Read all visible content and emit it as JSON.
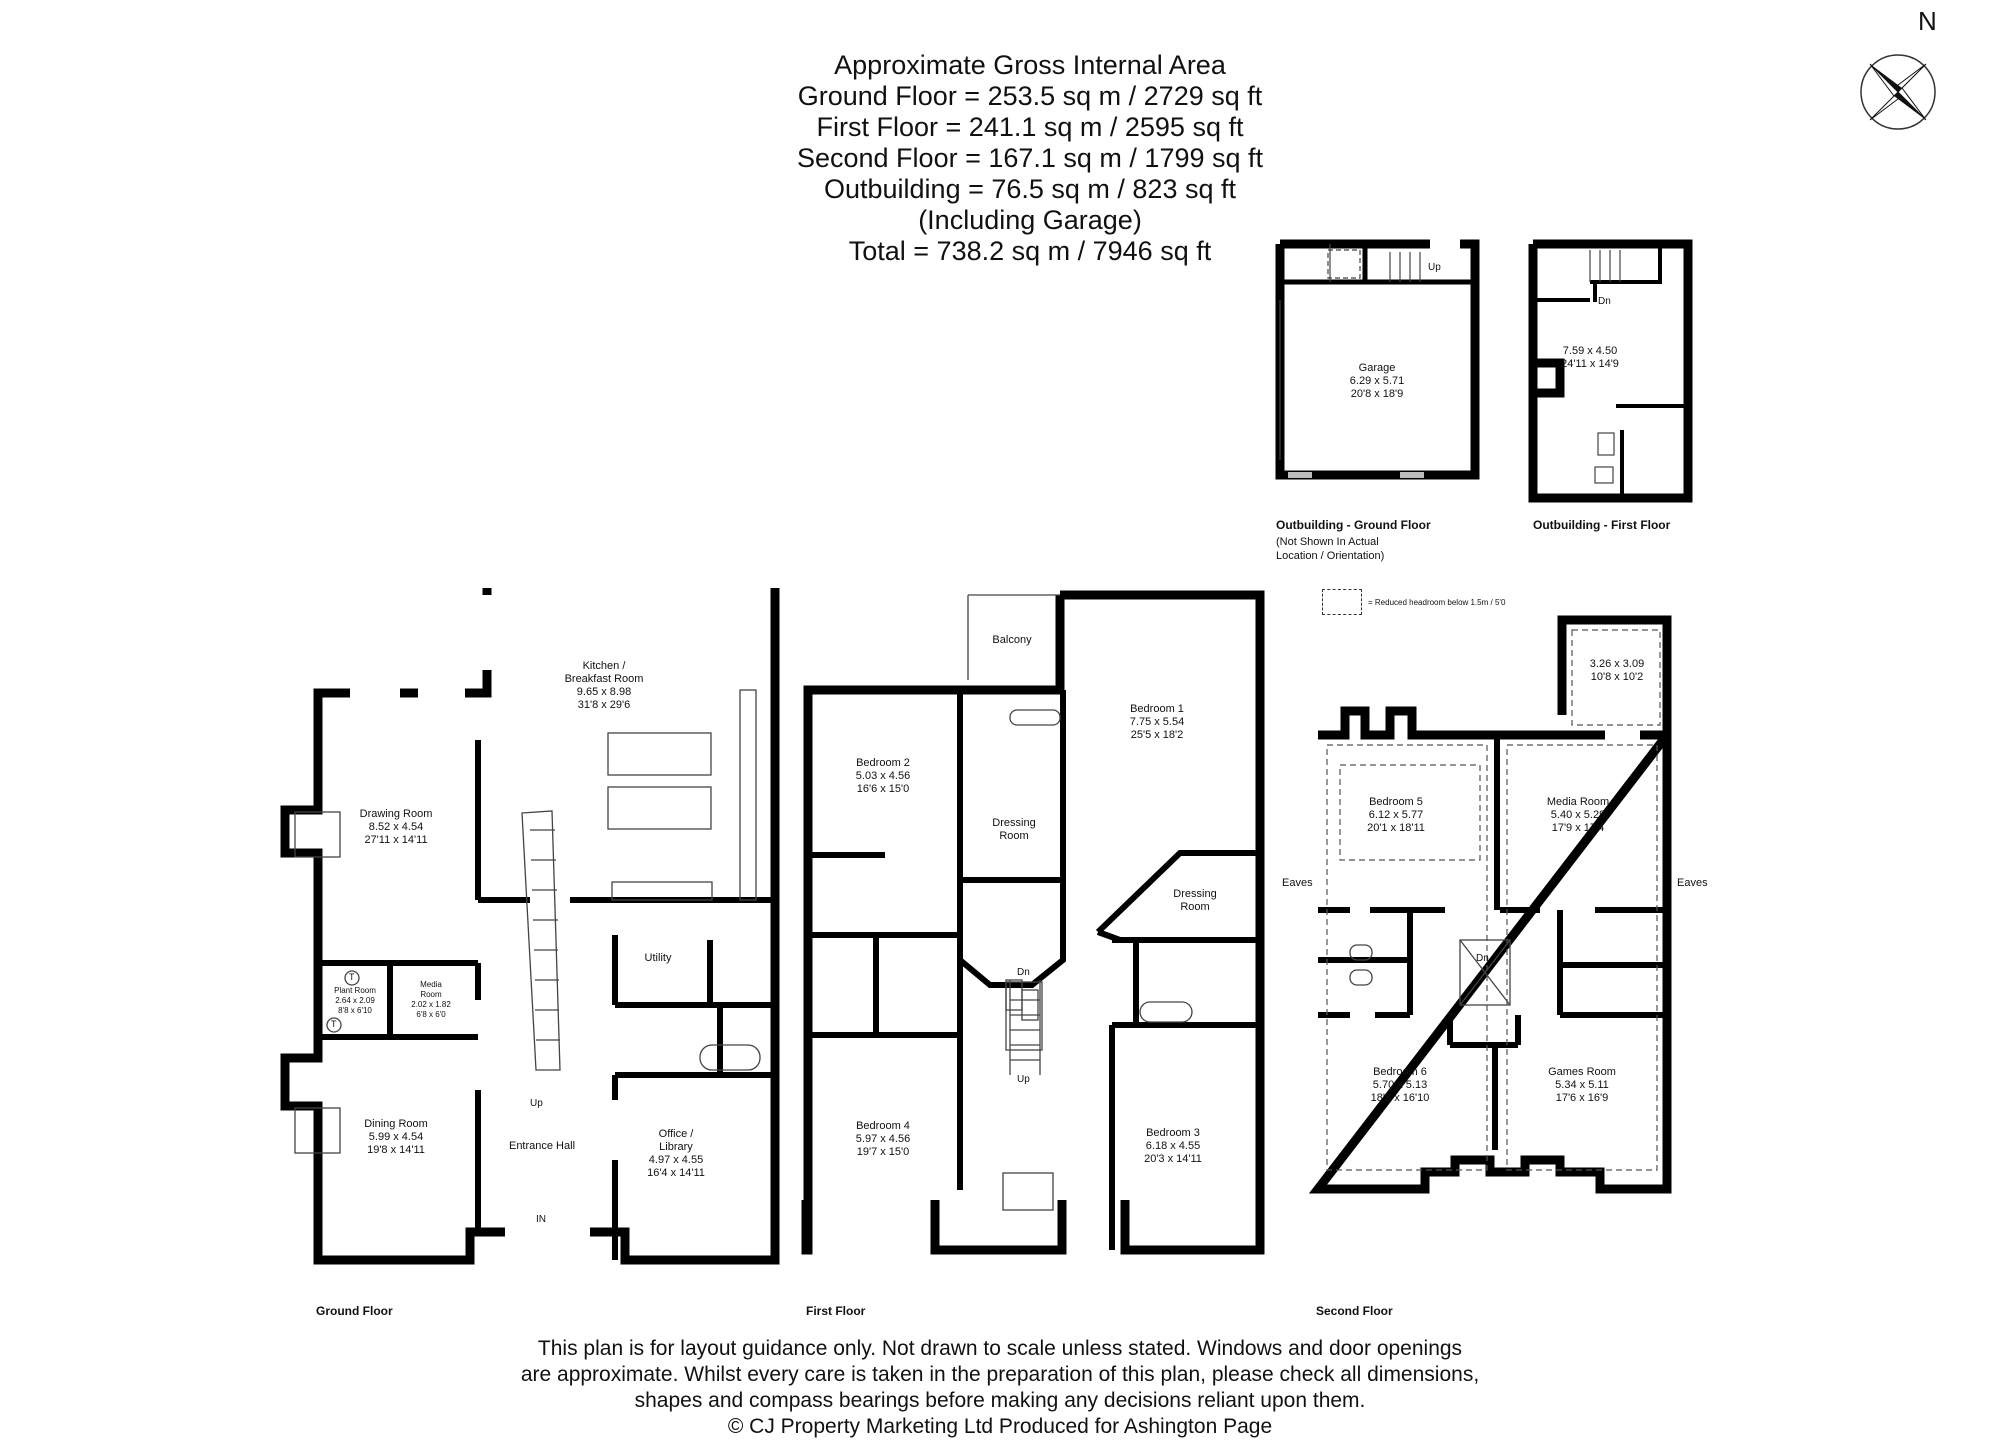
{
  "summary": {
    "title": "Approximate Gross Internal Area",
    "lines": [
      "Ground Floor = 253.5 sq m / 2729 sq ft",
      "First Floor = 241.1 sq m / 2595 sq ft",
      "Second Floor = 167.1 sq m / 1799 sq ft",
      "Outbuilding = 76.5 sq m / 823 sq ft",
      "(Including Garage)",
      "Total = 738.2 sq m / 7946 sq ft"
    ]
  },
  "compass": {
    "icon": "compass-rose-icon",
    "label": "N"
  },
  "legend": {
    "text": "= Reduced headroom below 1.5m / 5'0"
  },
  "floors": {
    "ground": {
      "label": "Ground Floor",
      "rooms": [
        {
          "name": "Kitchen /",
          "name2": "Breakfast Room",
          "metric": "9.65 x 8.98",
          "imperial": "31'8 x 29'6"
        },
        {
          "name": "Drawing Room",
          "metric": "8.52 x 4.54",
          "imperial": "27'11 x 14'11"
        },
        {
          "name": "Plant Room",
          "metric": "2.64 x 2.09",
          "imperial": "8'8 x 6'10"
        },
        {
          "name": "Media",
          "name2": "Room",
          "metric": "2.02 x 1.82",
          "imperial": "6'8 x 6'0"
        },
        {
          "name": "Dining Room",
          "metric": "5.99 x 4.54",
          "imperial": "19'8 x 14'11"
        },
        {
          "name": "Entrance Hall"
        },
        {
          "name": "Utility"
        },
        {
          "name": "Office /",
          "name2": "Library",
          "metric": "4.97 x 4.55",
          "imperial": "16'4 x 14'11"
        }
      ],
      "markers": {
        "up": "Up",
        "in": "IN",
        "tank": "T"
      }
    },
    "first": {
      "label": "First Floor",
      "rooms": [
        {
          "name": "Balcony"
        },
        {
          "name": "Bedroom 1",
          "metric": "7.75 x 5.54",
          "imperial": "25'5 x 18'2"
        },
        {
          "name": "Bedroom 2",
          "metric": "5.03 x 4.56",
          "imperial": "16'6 x 15'0"
        },
        {
          "name": "Dressing",
          "name2": "Room"
        },
        {
          "name": "Dressing",
          "name2": "Room"
        },
        {
          "name": "Bedroom 4",
          "metric": "5.97 x 4.56",
          "imperial": "19'7 x 15'0"
        },
        {
          "name": "Bedroom 3",
          "metric": "6.18 x 4.55",
          "imperial": "20'3 x 14'11"
        }
      ],
      "markers": {
        "dn": "Dn",
        "up": "Up"
      }
    },
    "second": {
      "label": "Second Floor",
      "rooms": [
        {
          "metric": "3.26 x 3.09",
          "imperial": "10'8 x 10'2"
        },
        {
          "name": "Bedroom 5",
          "metric": "6.12 x 5.77",
          "imperial": "20'1 x 18'11"
        },
        {
          "name": "Media Room",
          "metric": "5.40 x 5.29",
          "imperial": "17'9 x 17'4"
        },
        {
          "name": "Bedroom 6",
          "metric": "5.70 x 5.13",
          "imperial": "18'8 x 16'10"
        },
        {
          "name": "Games Room",
          "metric": "5.34 x 5.11",
          "imperial": "17'6 x 16'9"
        }
      ],
      "markers": {
        "eaves_left": "Eaves",
        "eaves_right": "Eaves",
        "dn": "Dn"
      }
    },
    "outbuilding_ground": {
      "label": "Outbuilding - Ground Floor",
      "note1": "(Not Shown In Actual",
      "note2": "Location / Orientation)",
      "rooms": [
        {
          "name": "Garage",
          "metric": "6.29 x 5.71",
          "imperial": "20'8 x 18'9"
        }
      ],
      "markers": {
        "up": "Up"
      }
    },
    "outbuilding_first": {
      "label": "Outbuilding - First Floor",
      "rooms": [
        {
          "metric": "7.59 x 4.50",
          "imperial": "24'11 x 14'9"
        }
      ],
      "markers": {
        "dn": "Dn"
      }
    }
  },
  "disclaimer": [
    "This plan is for layout guidance only. Not drawn to scale unless stated. Windows and door openings",
    "are approximate. Whilst every care is taken in the preparation of this plan, please check all dimensions,",
    "shapes and compass bearings before making any decisions reliant upon them.",
    "© CJ Property Marketing Ltd Produced for Ashington Page"
  ]
}
